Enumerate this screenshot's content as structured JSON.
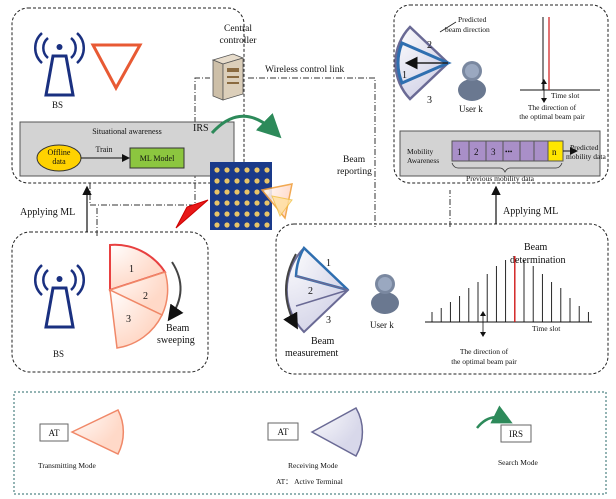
{
  "top_left": {
    "bs_label": "BS",
    "situational_awareness": "Situational awareness",
    "offline_data_line1": "Offline",
    "offline_data_line2": "data",
    "train_label": "Train",
    "ml_model": "ML Model"
  },
  "central": {
    "controller_line1": "Central",
    "controller_line2": "controller",
    "wireless_link": "Wireless control link",
    "irs_label": "IRS",
    "beam_reporting_line1": "Beam",
    "beam_reporting_line2": "reporting"
  },
  "top_right": {
    "predicted_dir_line1": "Predicted",
    "predicted_dir_line2": "beam direction",
    "sector_labels": [
      "2",
      "1",
      "3"
    ],
    "user_label": "User k",
    "time_slot": "Time slot",
    "optimal_line1": "The direction of",
    "optimal_line2": "the optimal beam pair",
    "mobility_line1": "Mobility",
    "mobility_line2": "Awareness",
    "sequence": [
      "1",
      "2",
      "3",
      "•••",
      "n"
    ],
    "predicted_mob_line1": "Predicted",
    "predicted_mob_line2": "mobility data",
    "previous_mobility": "Previous mobility data"
  },
  "applying_ml_left": "Applying ML",
  "applying_ml_right": "Applying ML",
  "bottom_left": {
    "bs_label": "BS",
    "sector_labels": [
      "1",
      "2",
      "3"
    ],
    "beam_sweeping_line1": "Beam",
    "beam_sweeping_line2": "sweeping"
  },
  "bottom_right": {
    "sector_labels": [
      "1",
      "2",
      "3"
    ],
    "user_label": "User k",
    "beam_measurement_line1": "Beam",
    "beam_measurement_line2": "measurement",
    "beam_determination_line1": "Beam",
    "beam_determination_line2": "determination",
    "time_slot": "Time slot",
    "optimal_line1": "The direction of",
    "optimal_line2": "the optimal beam pair"
  },
  "legend": {
    "at_label_1": "AT",
    "transmitting_mode": "Transmitting Mode",
    "at_label_2": "AT",
    "receiving_mode": "Receiving Mode",
    "irs_label": "IRS",
    "search_mode": "Search Mode",
    "at_definition": "AT： Active Terminal"
  },
  "colors": {
    "transmit": "#f07850",
    "receive": "#6a6a95",
    "beam_blue": "#2f6fb0",
    "ml_green": "#8cc63f",
    "offline_yellow": "#ffd200",
    "irs_panel": "#1a3a8a",
    "irs_arrow": "#2d8a5a",
    "stem_red": "#d01818",
    "mobility_purple": "#a98fc8"
  }
}
